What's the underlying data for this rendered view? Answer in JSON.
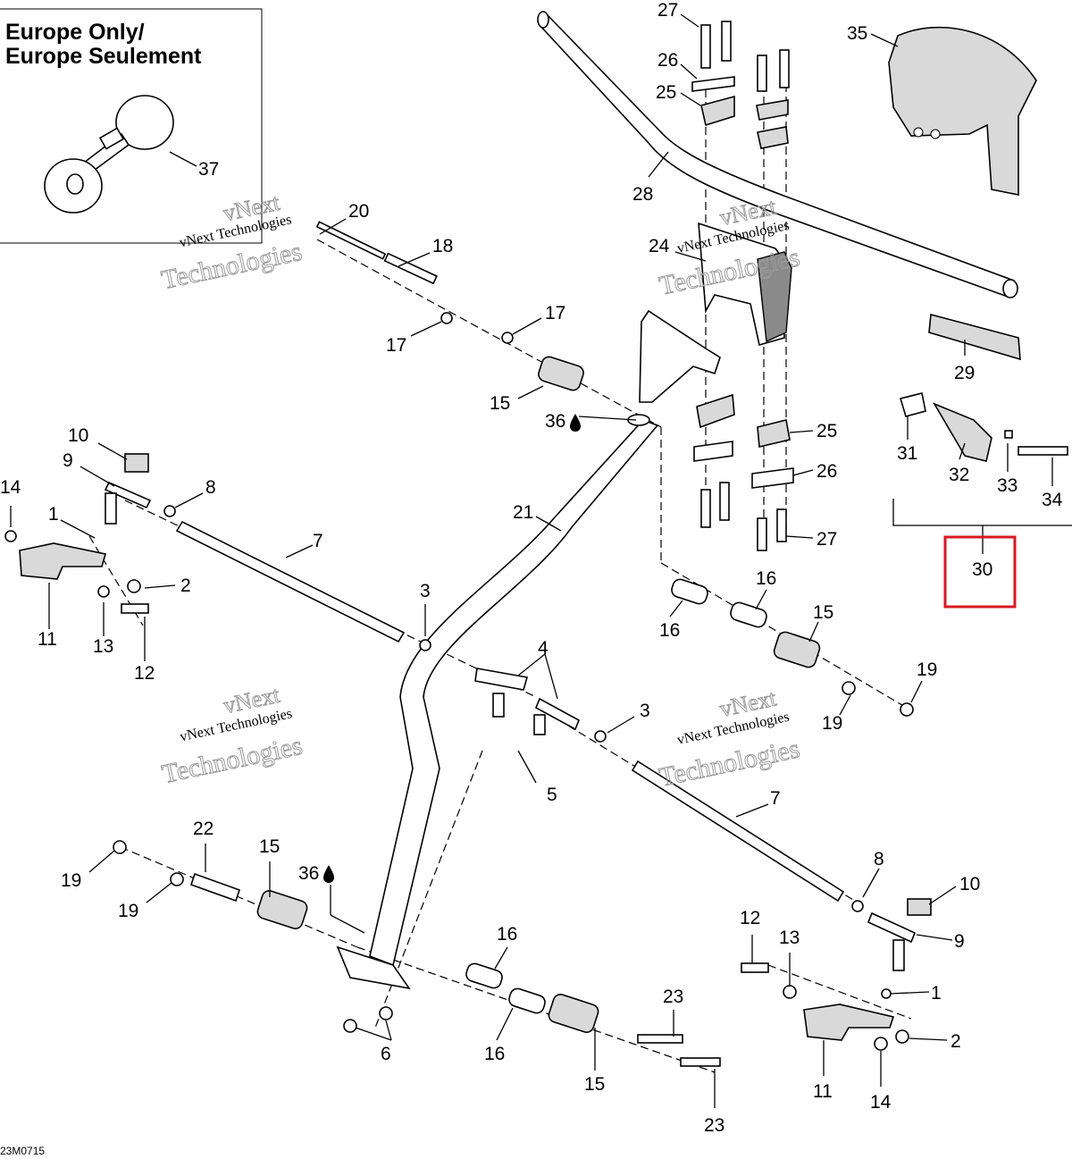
{
  "inset": {
    "title_line1": "Europe Only/",
    "title_line2": "Europe Seulement",
    "part": "37"
  },
  "watermark": {
    "line1": "vNext Technologies",
    "line2": "vNext",
    "line3": "Technologies"
  },
  "reference_code": "23M0715",
  "highlighted_callout": "30",
  "highlight_color": "#d71920",
  "callouts": {
    "c1a": "1",
    "c1b": "1",
    "c2a": "2",
    "c2b": "2",
    "c3a": "3",
    "c3b": "3",
    "c4": "4",
    "c5": "5",
    "c6": "6",
    "c7a": "7",
    "c7b": "7",
    "c8a": "8",
    "c8b": "8",
    "c9a": "9",
    "c9b": "9",
    "c10a": "10",
    "c10b": "10",
    "c11a": "11",
    "c11b": "11",
    "c12a": "12",
    "c12b": "12",
    "c13a": "13",
    "c13b": "13",
    "c14a": "14",
    "c14b": "14",
    "c15a": "15",
    "c15b": "15",
    "c15c": "15",
    "c15d": "15",
    "c16a": "16",
    "c16b": "16",
    "c16c": "16",
    "c16d": "16",
    "c17a": "17",
    "c17b": "17",
    "c18": "18",
    "c19a": "19",
    "c19b": "19",
    "c19c": "19",
    "c19d": "19",
    "c20": "20",
    "c21": "21",
    "c22": "22",
    "c23a": "23",
    "c23b": "23",
    "c24": "24",
    "c25a": "25",
    "c25b": "25",
    "c26a": "26",
    "c26b": "26",
    "c27a": "27",
    "c27b": "27",
    "c28": "28",
    "c29": "29",
    "c30": "30",
    "c31": "31",
    "c32": "32",
    "c33": "33",
    "c34": "34",
    "c35": "35",
    "c36a": "36",
    "c36b": "36",
    "c37": "37"
  },
  "icons": {
    "oil_drop": "oil-drop-icon"
  }
}
